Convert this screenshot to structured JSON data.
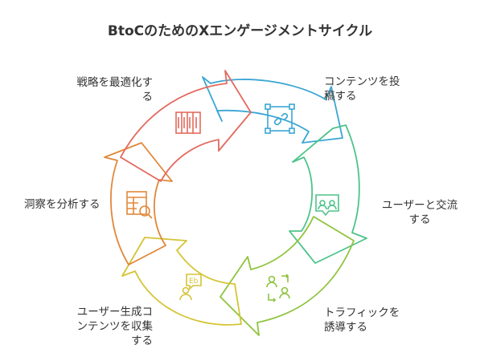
{
  "title": "BtoCのためのXエンゲージメントサイクル",
  "steps": [
    {
      "label": "コンテンツを投\n稿する",
      "color": "#3ba6d3",
      "icon": "content-link-icon"
    },
    {
      "label": "ユーザーと交流\nする",
      "color": "#4ec38a",
      "icon": "chat-users-icon"
    },
    {
      "label": "トラフィックを\n誘導する",
      "color": "#8fc43e",
      "icon": "user-flow-icon"
    },
    {
      "label": "ユーザー生成コ\nンテンツを収集\nする",
      "color": "#d4c435",
      "icon": "user-content-icon"
    },
    {
      "label": "洞察を分析する",
      "color": "#e0883a",
      "icon": "table-search-icon"
    },
    {
      "label": "戦略を最適化す\nる",
      "color": "#e26a5e",
      "icon": "strategy-book-icon"
    }
  ]
}
